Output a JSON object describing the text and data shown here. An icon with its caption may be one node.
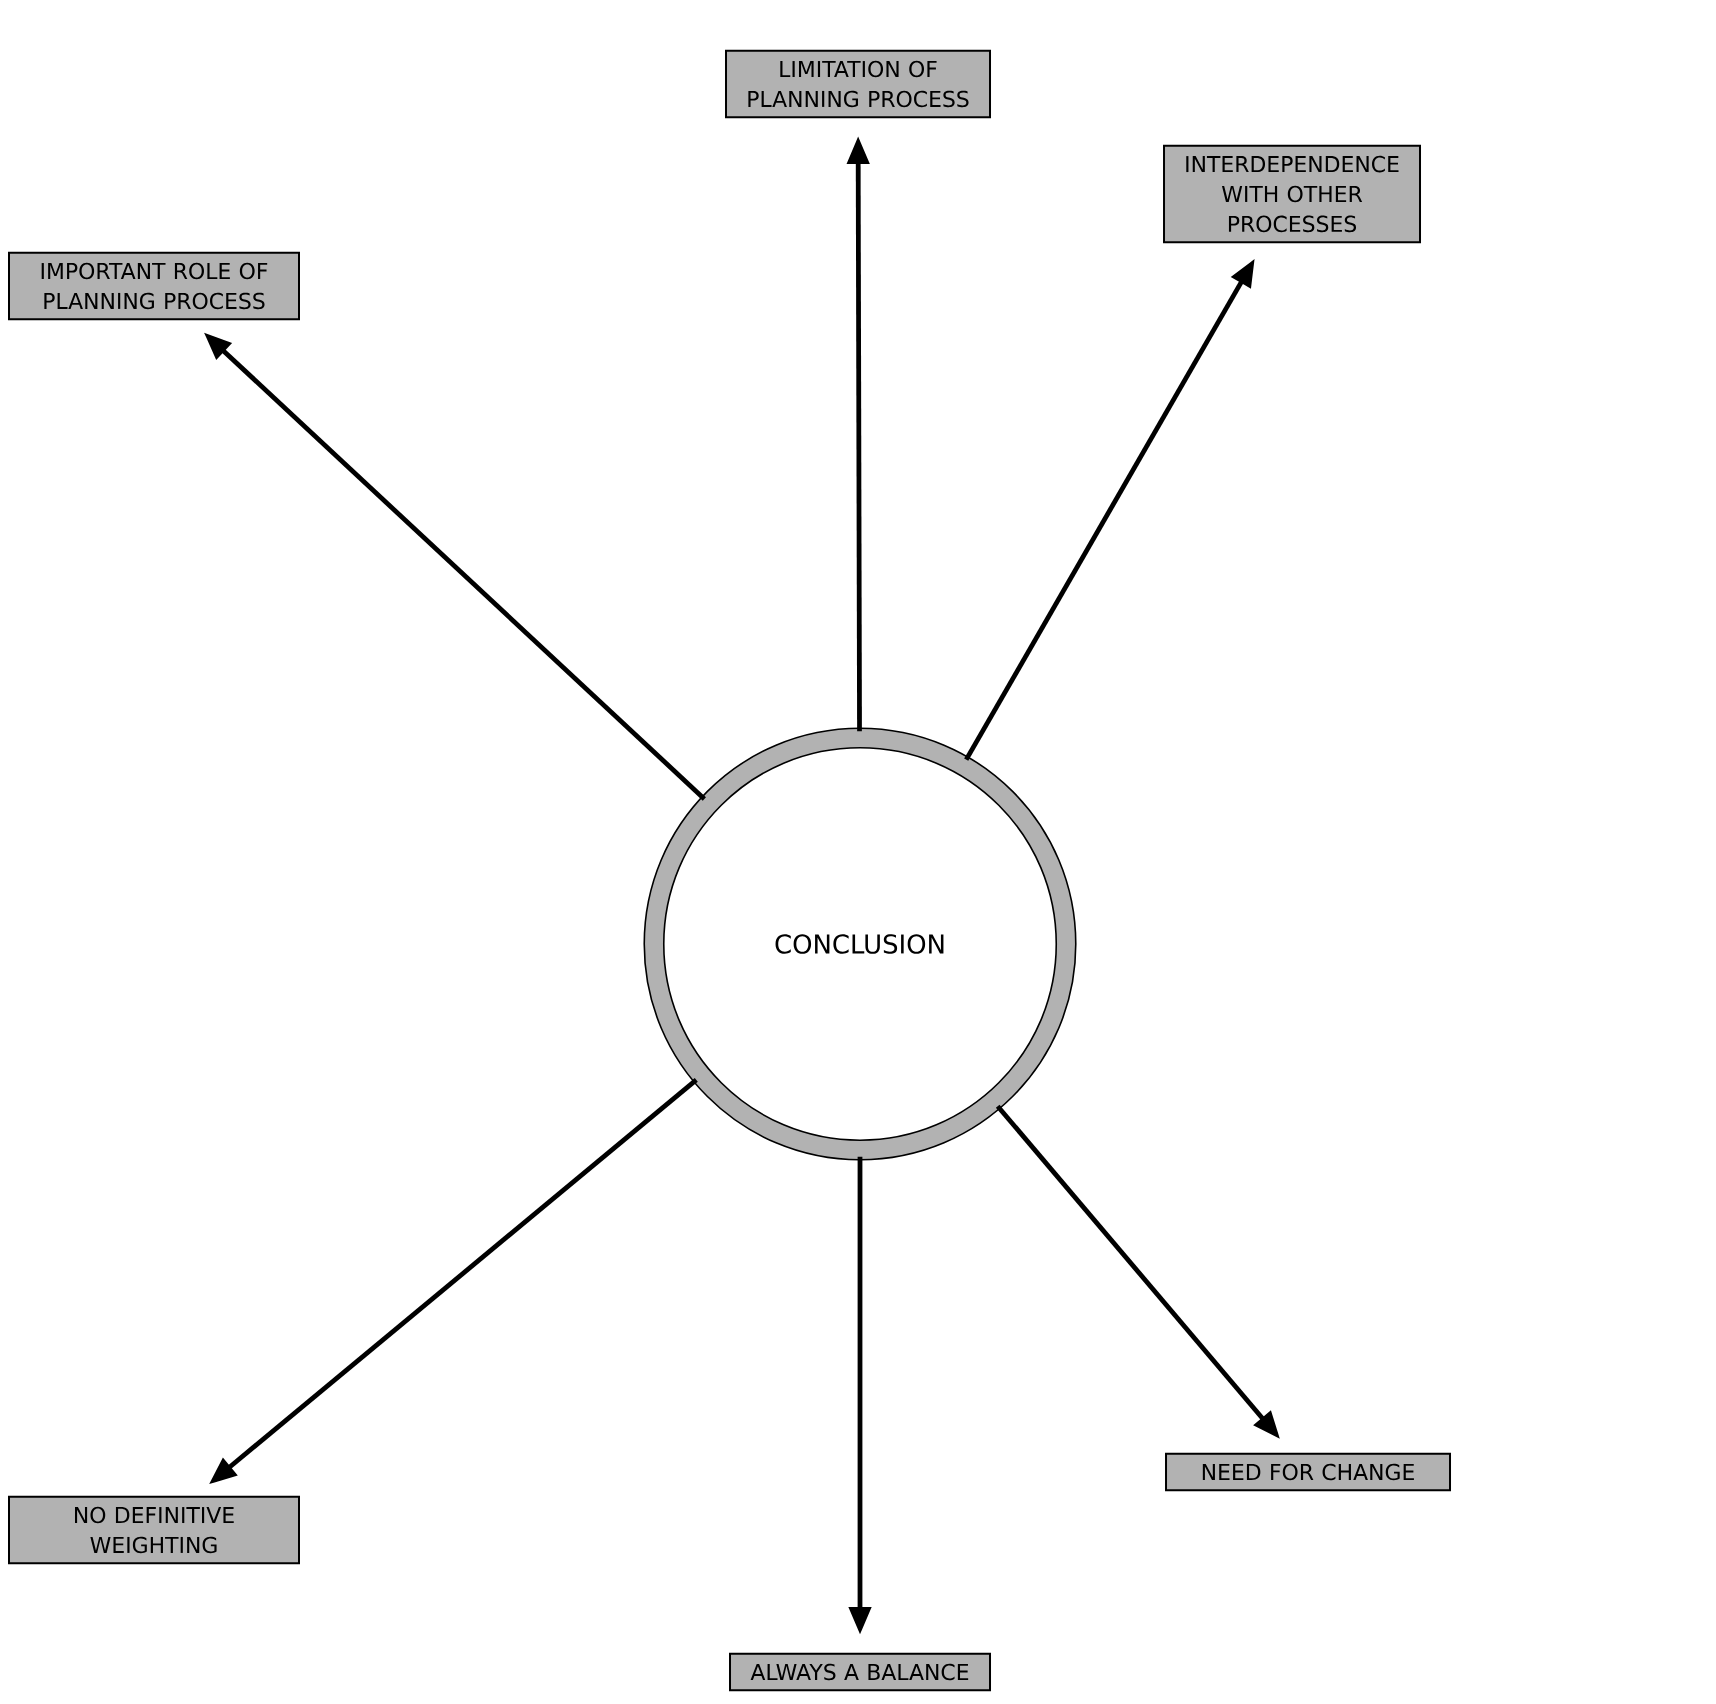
{
  "diagram": {
    "nodes": [
      {
        "text": [
          "LIMITATION OF PLANNING PROCESS"
        ]
      },
      {
        "text": [
          "IMPORTANT ROLE OF PLANNING PROCESS"
        ]
      },
      {
        "text": [
          "INTERDEPENDENCE WITH OTHER PROCESSES"
        ]
      },
      {
        "text": [
          "CONCLUSION"
        ]
      },
      {
        "text": [
          "NO DEFINITIVE WEIGHTING"
        ]
      },
      {
        "text": [
          "NEED FOR CHANGE"
        ]
      },
      {
        "text": [
          "ALWAYS A BALANCE"
        ]
      }
    ],
    "edges": [
      {
        "from": 3,
        "to": 0,
        "arrow": "to"
      },
      {
        "from": 3,
        "to": 1,
        "arrow": "to"
      },
      {
        "from": 3,
        "to": 2,
        "arrow": "to"
      },
      {
        "from": 3,
        "to": 4,
        "arrow": "to"
      },
      {
        "from": 3,
        "to": 5,
        "arrow": "to"
      },
      {
        "from": 3,
        "to": 6,
        "arrow": "to"
      }
    ]
  }
}
